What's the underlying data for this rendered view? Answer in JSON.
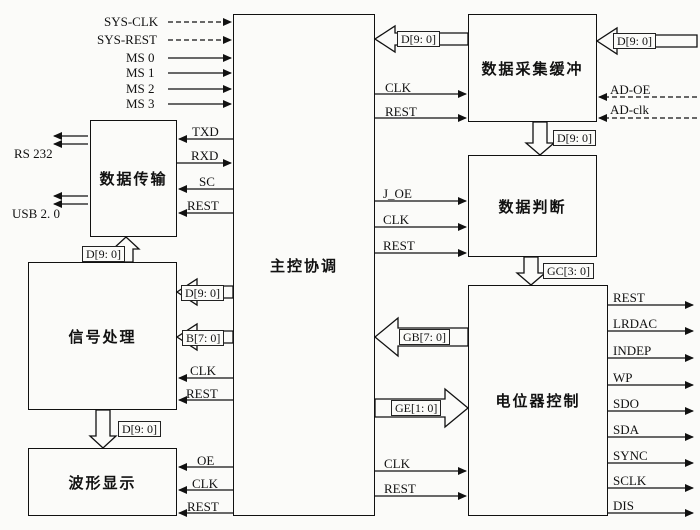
{
  "blocks": {
    "main_control": "主控协调",
    "daq_buffer": "数据采集缓冲",
    "data_judge": "数据判断",
    "pot_control": "电位器控制",
    "data_trans": "数据传输",
    "signal_proc": "信号处理",
    "wave_display": "波形显示"
  },
  "signals": {
    "sys_clk": "SYS-CLK",
    "sys_rest": "SYS-REST",
    "ms0": "MS 0",
    "ms1": "MS 1",
    "ms2": "MS 2",
    "ms3": "MS 3",
    "txd": "TXD",
    "rxd": "RXD",
    "sc": "SC",
    "rest": "REST",
    "clk": "CLK",
    "oe": "OE",
    "j_oe": "J_OE",
    "rs232": "RS 232",
    "usb20": "USB 2. 0",
    "d90": "D[9: 0]",
    "b70": "B[7: 0]",
    "gc30": "GC[3: 0]",
    "gb70": "GB[7: 0]",
    "ge10": "GE[1: 0]",
    "ad_oe": "AD-OE",
    "ad_clk": "AD-clk",
    "pot_outputs": [
      "REST",
      "LRDAC",
      "INDEP",
      "WP",
      "SDO",
      "SDA",
      "SYNC",
      "SCLK",
      "DIS"
    ]
  }
}
